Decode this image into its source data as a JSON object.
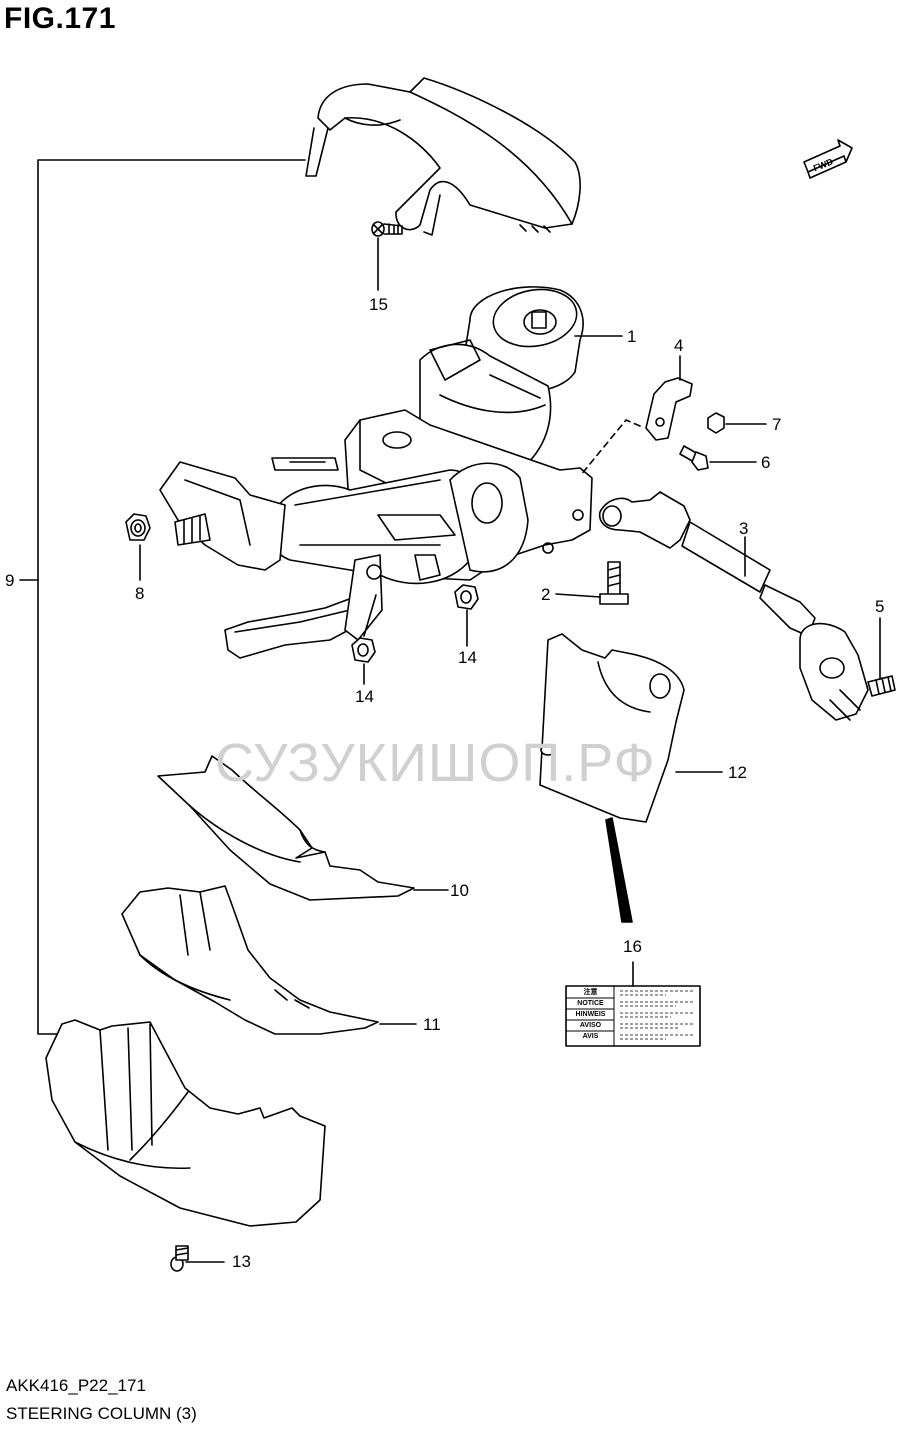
{
  "figure": {
    "title": "FIG.171",
    "code": "AKK416_P22_171",
    "name": "STEERING COLUMN (3)",
    "watermark": "СУЗУКИШОП.РФ",
    "fwd_label": "FWD"
  },
  "callouts": {
    "c1": "1",
    "c2": "2",
    "c3": "3",
    "c4": "4",
    "c5": "5",
    "c6": "6",
    "c7": "7",
    "c8": "8",
    "c9": "9",
    "c10": "10",
    "c11": "11",
    "c12": "12",
    "c13": "13",
    "c14a": "14",
    "c14b": "14",
    "c15": "15",
    "c16": "16"
  },
  "label_sticker": {
    "rows": [
      "注意",
      "NOTICE",
      "HINWEIS",
      "AVISO",
      "AVIS"
    ]
  },
  "colors": {
    "line": "#000000",
    "watermark": "#d0d0d0",
    "background": "#ffffff"
  }
}
